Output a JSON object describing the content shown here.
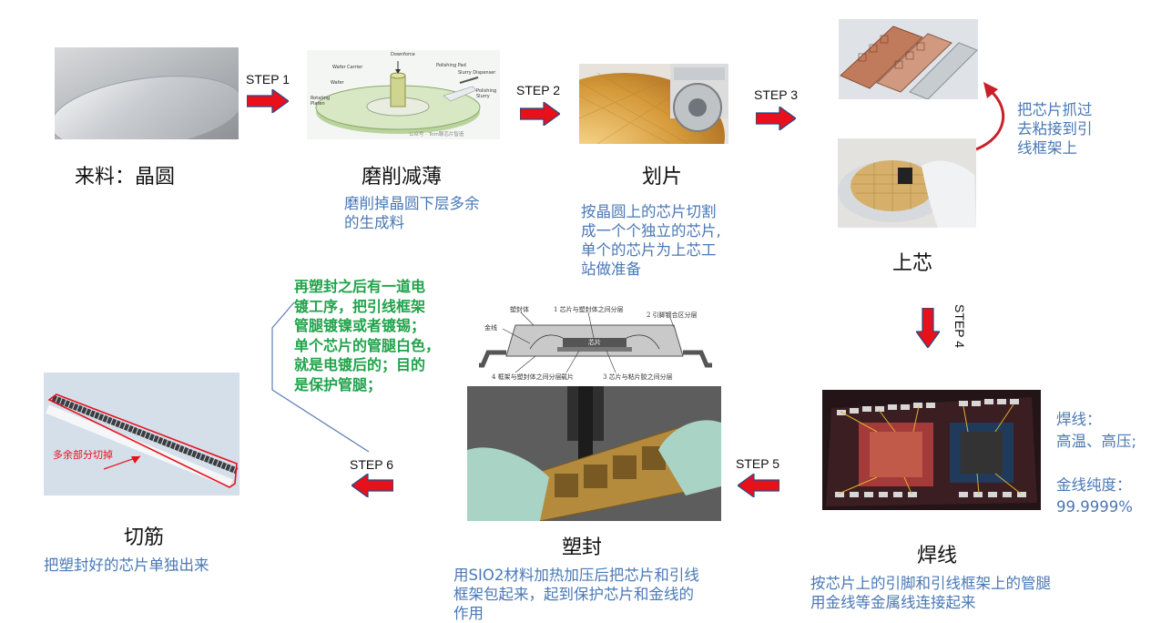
{
  "steps": {
    "s1": "STEP 1",
    "s2": "STEP 2",
    "s3": "STEP 3",
    "s4": "STEP 4",
    "s5": "STEP 5",
    "s6": "STEP 6"
  },
  "titles": {
    "material": "来料：晶圆",
    "grinding": "磨削减薄",
    "dicing": "划片",
    "die_attach": "上芯",
    "wire_bond": "焊线",
    "molding": "塑封",
    "trim": "切筋"
  },
  "descriptions": {
    "grinding": [
      "磨削掉晶圆下层多余",
      "的生成料"
    ],
    "dicing": [
      "按晶圆上的芯片切割",
      "成一个个独立的芯片,",
      "单个的芯片为上芯工",
      "站做准备"
    ],
    "die_attach": [
      "把芯片抓过",
      "去粘接到引",
      "线框架上"
    ],
    "wire_bond": [
      "按芯片上的引脚和引线框架上的管腿",
      "用金线等金属线连接起来"
    ],
    "wire_params": [
      "焊线：",
      "高温、高压;",
      "",
      "金线纯度：",
      "99.9999%"
    ],
    "molding": [
      "用SIO2材料加热加压后把芯片和引线",
      "框架包起来，起到保护芯片和金线的",
      "作用"
    ],
    "trim": [
      "把塑封好的芯片单独出来"
    ],
    "plating": [
      "再塑封之后有一道电",
      "镀工序，把引线框架",
      "管腿镀镍或者镀锡；",
      "单个芯片的管腿白色，",
      "就是电镀后的；目的",
      "是保护管腿；"
    ]
  },
  "image_labels": {
    "grinding": {
      "downforce": "Downforce",
      "wafer_carrier": "Wafer Carrier",
      "polishing_pad": "Polishing Pad",
      "slurry_dispenser": "Slurry Dispenser",
      "wafer": "Wafer",
      "polishing_slurry": "Polishing Slurry",
      "rotating_platen": "Rotating Platen",
      "watermark": "公众号 · Tom聊芯片智造"
    },
    "package": {
      "mold": "塑封体",
      "layer1": "1 芯片与塑封体之间分层",
      "layer2": "2 引脚镀合区分层",
      "gold_wire": "金线",
      "chip": "芯片",
      "layer4": "4 框架与塑封体之间分层",
      "pad": "载片",
      "layer3": "3 芯片与粘片胶之间分层"
    },
    "trim": "多余部分切掉"
  },
  "colors": {
    "arrow_red": "#e8101a",
    "desc_blue": "#4a78b5",
    "plating_green": "#1fa34a",
    "connector_blue": "#5b7fb5"
  }
}
